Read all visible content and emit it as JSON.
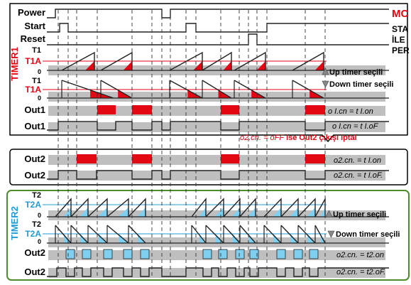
{
  "header": {
    "title": "MC",
    "lines": [
      "STA",
      "İLE",
      "PER"
    ]
  },
  "signals": {
    "power": "Power",
    "start": "Start",
    "reset": "Reset"
  },
  "timer1": {
    "label": "TIMER1",
    "t1": "T1",
    "t1a": "T1A",
    "zero": "0",
    "up_caption": "Up timer seçili",
    "down_caption": "Down timer seçili"
  },
  "outputs": {
    "out1": "Out1",
    "out2": "Out2"
  },
  "params": {
    "o1cn_ton": "o I.cn = t I.on",
    "o1cn_tof": "o I.cn = t I.oF",
    "o2cn_off_code": "o2.cn. = oFF",
    "o2cn_off_note": "ise Out2 çıkışı iptal",
    "o2cn_t1on": "o2.cn. = t I.on",
    "o2cn_t1of": "o2.cn. = t I.oF.",
    "o2cn_t2on": "o2.cn. = t2.on",
    "o2cn_t2of": "o2.cn. = t2.oF."
  },
  "timer2": {
    "label": "TIMER2",
    "t2": "T2",
    "t2a": "T2A",
    "zero": "0",
    "up_caption": "Up timer seçili",
    "down_caption": "Down timer seçili"
  },
  "colors": {
    "timer1_accent": "#e30613",
    "timer2_accent": "#1f9bd7",
    "timer2_fill": "#7fd0f0",
    "out_band": "#bfbfbf",
    "frame_border": "#4d8c2a"
  }
}
